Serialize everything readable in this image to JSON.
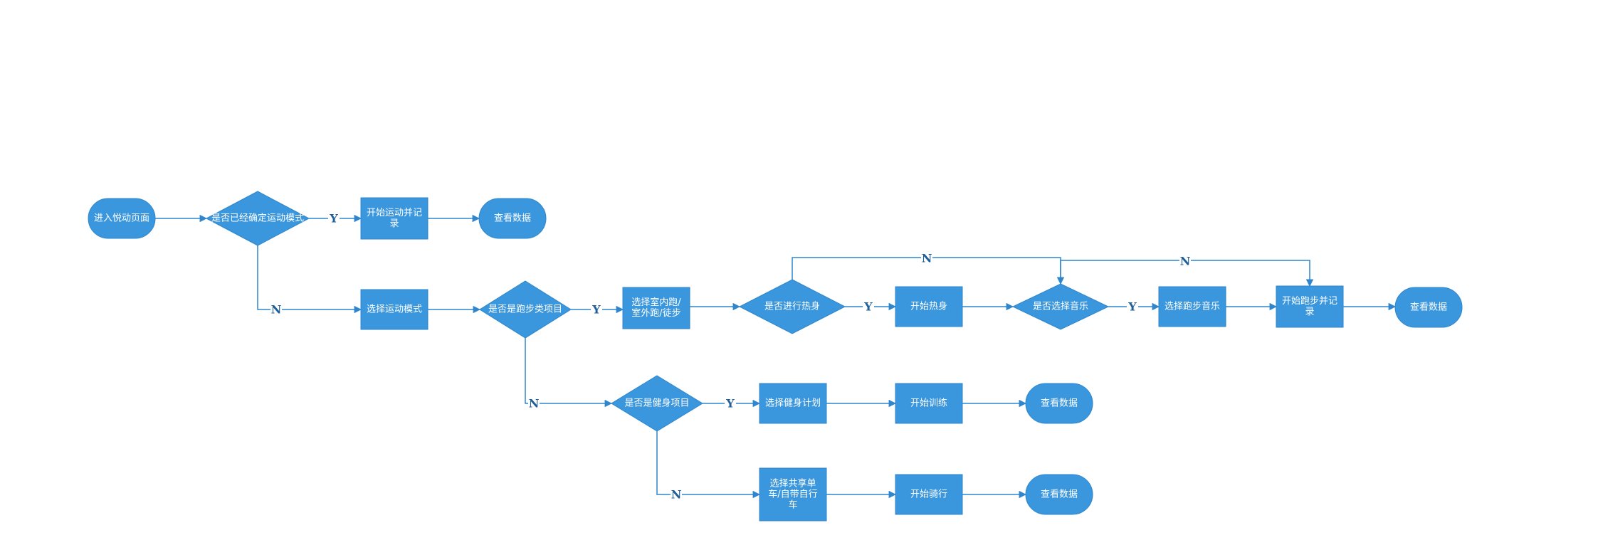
{
  "diagram": {
    "colors": {
      "node_fill": "#3a96dd",
      "edge": "#2f86cc",
      "label": "#1f5f99",
      "background": "#ffffff"
    },
    "nodes": [
      {
        "id": "enter",
        "shape": "terminal",
        "lines": [
          "进入悦动页面"
        ]
      },
      {
        "id": "q_mode",
        "shape": "decision",
        "lines": [
          "是否已经确定运动模式"
        ]
      },
      {
        "id": "start_record_1",
        "shape": "process",
        "lines": [
          "开始运动并记",
          "录"
        ]
      },
      {
        "id": "view_1",
        "shape": "terminal",
        "lines": [
          "查看数据"
        ]
      },
      {
        "id": "choose_mode",
        "shape": "process",
        "lines": [
          "选择运动模式"
        ]
      },
      {
        "id": "q_run",
        "shape": "decision",
        "lines": [
          "是否是跑步类项目"
        ]
      },
      {
        "id": "choose_run_type",
        "shape": "process",
        "lines": [
          "选择室内跑/",
          "室外跑/徒步"
        ]
      },
      {
        "id": "q_warmup",
        "shape": "decision",
        "lines": [
          "是否进行热身"
        ]
      },
      {
        "id": "start_warmup",
        "shape": "process",
        "lines": [
          "开始热身"
        ]
      },
      {
        "id": "q_music",
        "shape": "decision",
        "lines": [
          "是否选择音乐"
        ]
      },
      {
        "id": "choose_music",
        "shape": "process",
        "lines": [
          "选择跑步音乐"
        ]
      },
      {
        "id": "start_run_record",
        "shape": "process",
        "lines": [
          "开始跑步并记",
          "录"
        ]
      },
      {
        "id": "view_2",
        "shape": "terminal",
        "lines": [
          "查看数据"
        ]
      },
      {
        "id": "q_fitness",
        "shape": "decision",
        "lines": [
          "是否是健身项目"
        ]
      },
      {
        "id": "choose_plan",
        "shape": "process",
        "lines": [
          "选择健身计划"
        ]
      },
      {
        "id": "start_training",
        "shape": "process",
        "lines": [
          "开始训练"
        ]
      },
      {
        "id": "view_3",
        "shape": "terminal",
        "lines": [
          "查看数据"
        ]
      },
      {
        "id": "choose_bike",
        "shape": "process",
        "lines": [
          "选择共享单",
          "车/自带自行",
          "车"
        ]
      },
      {
        "id": "start_ride",
        "shape": "process",
        "lines": [
          "开始骑行"
        ]
      },
      {
        "id": "view_4",
        "shape": "terminal",
        "lines": [
          "查看数据"
        ]
      }
    ],
    "edges": [
      {
        "id": "e_enter_qmode",
        "from": "enter",
        "to": "q_mode",
        "label": ""
      },
      {
        "id": "e_qmode_start",
        "from": "q_mode",
        "to": "start_record_1",
        "label": "Y"
      },
      {
        "id": "e_start_view1",
        "from": "start_record_1",
        "to": "view_1",
        "label": ""
      },
      {
        "id": "e_qmode_choose",
        "from": "q_mode",
        "to": "choose_mode",
        "label": "N"
      },
      {
        "id": "e_choose_qrun",
        "from": "choose_mode",
        "to": "q_run",
        "label": ""
      },
      {
        "id": "e_qrun_runtype",
        "from": "q_run",
        "to": "choose_run_type",
        "label": "Y"
      },
      {
        "id": "e_runtype_qwarm",
        "from": "choose_run_type",
        "to": "q_warmup",
        "label": ""
      },
      {
        "id": "e_qwarm_start",
        "from": "q_warmup",
        "to": "start_warmup",
        "label": "Y"
      },
      {
        "id": "e_qwarm_qmusic",
        "from": "q_warmup",
        "to": "q_music",
        "label": "N"
      },
      {
        "id": "e_warm_qmusic",
        "from": "start_warmup",
        "to": "q_music",
        "label": ""
      },
      {
        "id": "e_qmusic_choose",
        "from": "q_music",
        "to": "choose_music",
        "label": "Y"
      },
      {
        "id": "e_qmusic_record",
        "from": "q_music",
        "to": "start_run_record",
        "label": "N"
      },
      {
        "id": "e_music_record",
        "from": "choose_music",
        "to": "start_run_record",
        "label": ""
      },
      {
        "id": "e_record_view2",
        "from": "start_run_record",
        "to": "view_2",
        "label": ""
      },
      {
        "id": "e_qrun_qfit",
        "from": "q_run",
        "to": "q_fitness",
        "label": "N"
      },
      {
        "id": "e_qfit_plan",
        "from": "q_fitness",
        "to": "choose_plan",
        "label": "Y"
      },
      {
        "id": "e_plan_train",
        "from": "choose_plan",
        "to": "start_training",
        "label": ""
      },
      {
        "id": "e_train_view3",
        "from": "start_training",
        "to": "view_3",
        "label": ""
      },
      {
        "id": "e_qfit_bike",
        "from": "q_fitness",
        "to": "choose_bike",
        "label": "N"
      },
      {
        "id": "e_bike_ride",
        "from": "choose_bike",
        "to": "start_ride",
        "label": ""
      },
      {
        "id": "e_ride_view4",
        "from": "start_ride",
        "to": "view_4",
        "label": ""
      }
    ]
  }
}
